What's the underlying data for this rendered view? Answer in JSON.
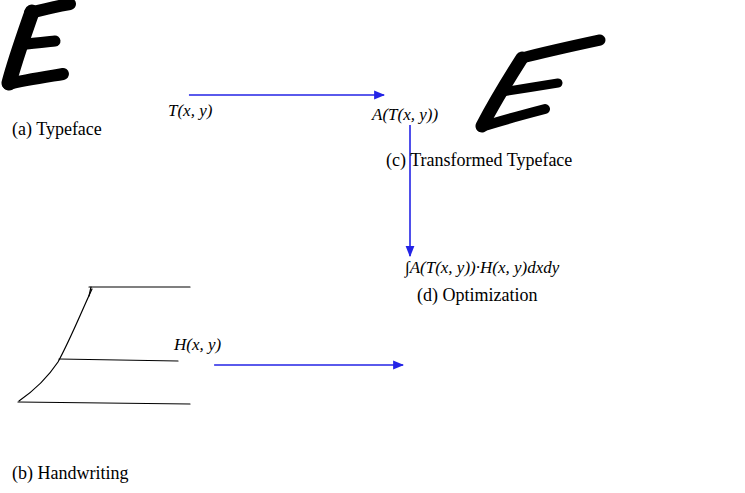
{
  "diagram": {
    "nodes": [
      {
        "text": [
          "T(x, y)"
        ]
      },
      {
        "text": [
          "A(T(x, y))"
        ]
      },
      {
        "text": [
          "∫A(T(x, y))·H(x, y)dxdy",
          "(d) Optimization"
        ]
      },
      {
        "text": [
          "H(x, y)"
        ]
      }
    ],
    "edges": [
      {
        "from": 0,
        "to": 1,
        "arrow": "to"
      },
      {
        "from": 1,
        "to": 2,
        "arrow": "to"
      },
      {
        "from": 3,
        "to": 2,
        "arrow": "to"
      }
    ],
    "labels": [
      "(a) Typeface",
      "(c) Transformed Typeface",
      "(b) Handwriting"
    ]
  }
}
